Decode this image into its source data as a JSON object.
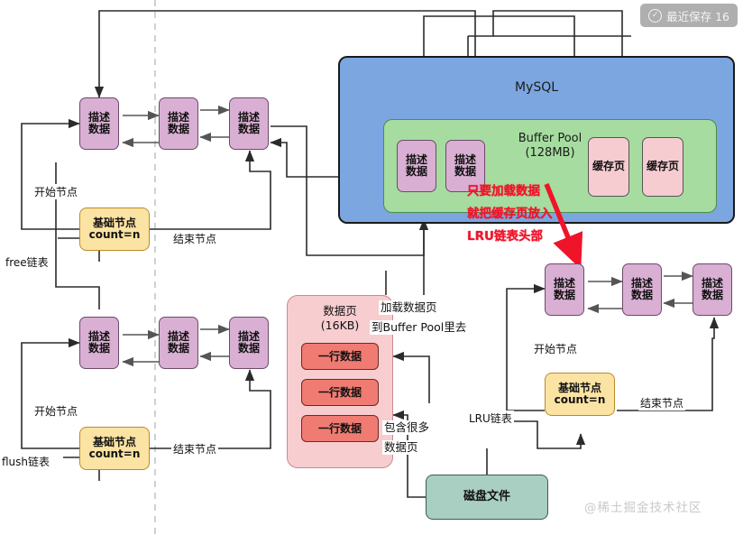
{
  "save_badge": {
    "label": "最近保存 16",
    "icon": "check-circle-icon"
  },
  "watermark": "@稀土掘金技术社区",
  "labels": {
    "descriptor": {
      "l1": "描述",
      "l2": "数据"
    },
    "base_node": {
      "l1": "基础节点",
      "l2": "count=n"
    },
    "cache_page": "缓存页",
    "start_node": "开始节点",
    "end_node": "结束节点",
    "free_list": "free链表",
    "flush_list": "flush链表",
    "lru_list": "LRU链表",
    "row_data": "一行数据",
    "disk_file": "磁盘文件"
  },
  "mysql": {
    "title": "MySQL"
  },
  "buffer_pool": {
    "title": "Buffer Pool",
    "size": "(128MB)"
  },
  "data_page": {
    "title": "数据页",
    "size": "(16KB)"
  },
  "annotations": {
    "load_page_1": "加载数据页",
    "load_page_2": "到Buffer Pool里去",
    "contains_1": "包含很多",
    "contains_2": "数据页",
    "red_1": "只要加载数据",
    "red_2": "就把缓存页放入",
    "red_3": "LRU链表头部"
  },
  "colors": {
    "descriptor": "#d9afd3",
    "base_node": "#fbe3a3",
    "mysql": "#7ba6e0",
    "buffer_pool": "#a6dca0",
    "cache_page": "#f6ccd1",
    "data_page": "#f7cdd0",
    "row_data": "#ef7b72",
    "disk_file": "#a9cfc2",
    "red_annotation": "#f0142a"
  }
}
